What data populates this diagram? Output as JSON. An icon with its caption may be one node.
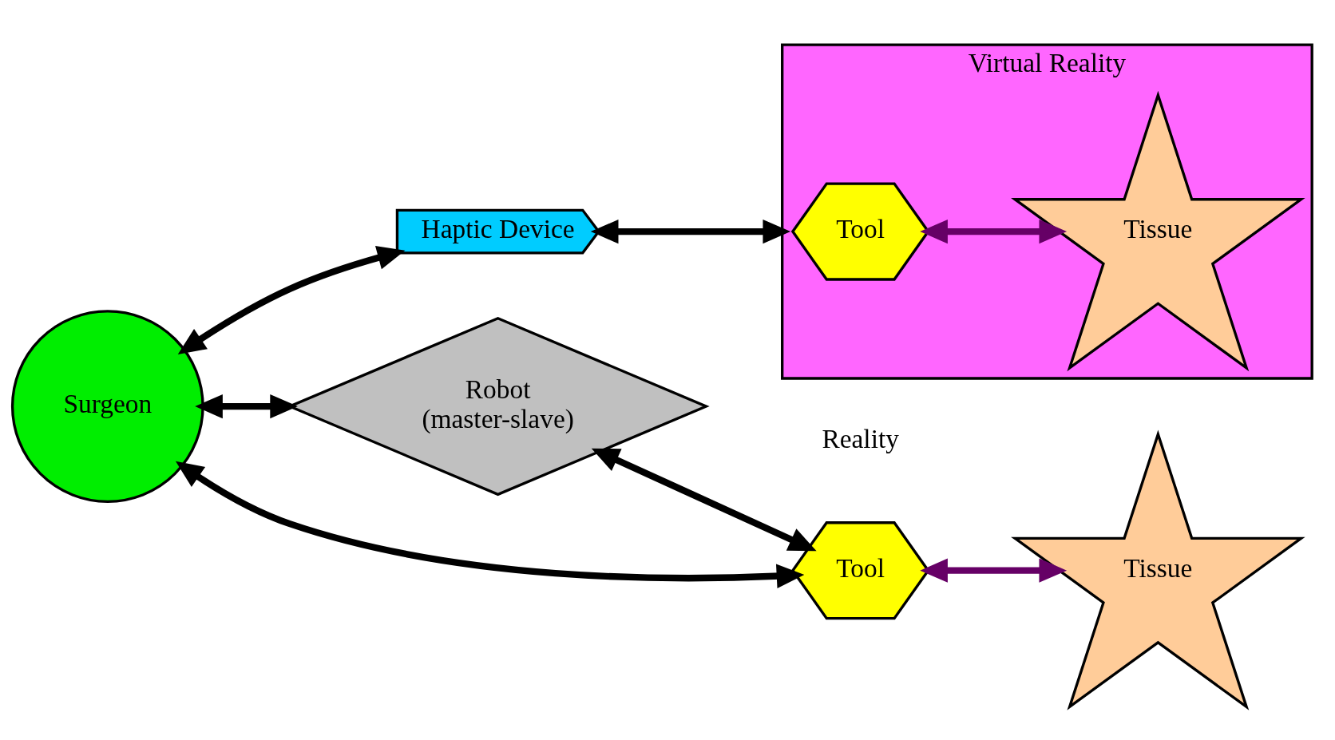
{
  "diagram": {
    "nodes": [
      {
        "text": [
          "Surgeon"
        ]
      },
      {
        "text": [
          "Robot",
          "(master-slave)"
        ]
      },
      {
        "text": [
          "Tool"
        ]
      },
      {
        "text": [
          "Tissue"
        ]
      },
      {
        "text": [
          "Haptic Device"
        ]
      },
      {
        "text": [
          "Virtual Reality"
        ]
      },
      {
        "text": [
          "Tool"
        ],
        "in": 5
      },
      {
        "text": [
          "Tissue"
        ],
        "in": 5
      }
    ],
    "edges": [
      {
        "from": 0,
        "to": 2,
        "arrow": "both"
      },
      {
        "from": 0,
        "to": 1,
        "arrow": "both"
      },
      {
        "from": 1,
        "to": 2,
        "arrow": "both"
      },
      {
        "from": 2,
        "to": 3,
        "arrow": "both",
        "color": "#660066"
      },
      {
        "from": 0,
        "to": 4,
        "arrow": "both"
      },
      {
        "from": 4,
        "to": 5,
        "arrow": "both"
      },
      {
        "from": 6,
        "to": 7,
        "arrow": "both",
        "color": "#660066"
      }
    ],
    "labels": [
      "Reality"
    ]
  }
}
